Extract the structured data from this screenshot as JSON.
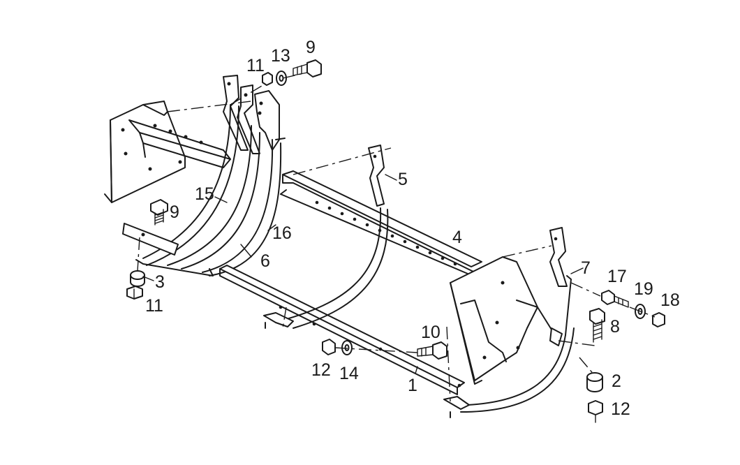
{
  "callouts": [
    {
      "id": "c-9-top",
      "text": "9"
    },
    {
      "id": "c-11-top",
      "text": "11"
    },
    {
      "id": "c-13",
      "text": "13"
    },
    {
      "id": "c-5",
      "text": "5"
    },
    {
      "id": "c-15",
      "text": "15"
    },
    {
      "id": "c-9-left",
      "text": "9"
    },
    {
      "id": "c-16",
      "text": "16"
    },
    {
      "id": "c-6",
      "text": "6"
    },
    {
      "id": "c-3",
      "text": "3"
    },
    {
      "id": "c-11-left",
      "text": "11"
    },
    {
      "id": "c-4",
      "text": "4"
    },
    {
      "id": "c-7",
      "text": "7"
    },
    {
      "id": "c-17",
      "text": "17"
    },
    {
      "id": "c-19",
      "text": "19"
    },
    {
      "id": "c-18",
      "text": "18"
    },
    {
      "id": "c-8",
      "text": "8"
    },
    {
      "id": "c-10",
      "text": "10"
    },
    {
      "id": "c-12-mid",
      "text": "12"
    },
    {
      "id": "c-14",
      "text": "14"
    },
    {
      "id": "c-1",
      "text": "1"
    },
    {
      "id": "c-2",
      "text": "2"
    },
    {
      "id": "c-12-right",
      "text": "12"
    }
  ]
}
